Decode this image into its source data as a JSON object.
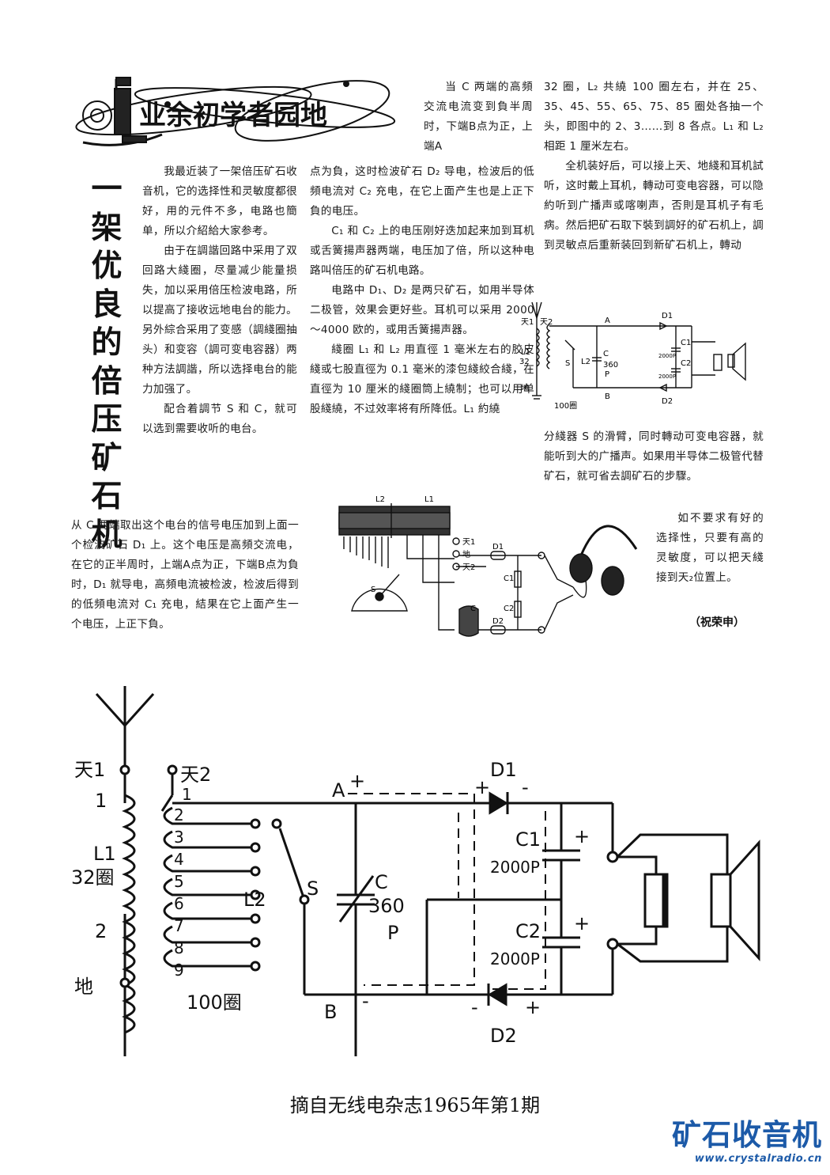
{
  "banner": {
    "title": "业余初学者园地"
  },
  "article": {
    "title_chars": [
      "一",
      "架",
      "优",
      "良",
      "的",
      "倍",
      "压",
      "矿",
      "石",
      "机"
    ],
    "col1_paragraphs": [
      "我最近装了一架倍压矿石收音机，它的选择性和灵敏度都很好，用的元件不多，电路也簡单，所以介紹給大家参考。",
      "由于在調諧回路中采用了双回路大綫圈，尽量减少能量损失，加以采用倍压检波电路，所以提高了接收远地电台的能力。另外綜合采用了变感（調綫圈抽头）和变容（調可变电容器）两种方法調諧，所以选择电台的能力加强了。",
      "配合着調节 S 和 C，就可以选到需要收听的电台。"
    ],
    "col1_wide": "从 C 两端取出这个电台的信号电压加到上面一个检波矿石 D₁ 上。这个电压是高頻交流电，在它的正半周时，上端A点为正，下端B点为負时，D₁ 就导电，高頻电流被检波，检波后得到的低頻电流对 C₁ 充电，結果在它上面产生一个电压，上正下負。",
    "col2_top": "当 C 两端的高頻交流电流变到負半周时，下端B点为正，上端A",
    "col2_paragraphs": [
      "点为負，这时检波矿石 D₂ 导电，检波后的低頻电流对 C₂ 充电，在它上面产生也是上正下負的电压。",
      "C₁ 和 C₂ 上的电压刚好迭加起来加到耳机或舌簧揚声器两端，电压加了倍，所以这种电路叫倍压的矿石机电路。",
      "电路中 D₁、D₂ 是两只矿石，如用半导体二极管，效果会更好些。耳机可以采用 2000～4000 欧的，或用舌簧揚声器。",
      "綫圈 L₁ 和 L₂ 用直徑 1 毫米左右的胶皮綫或七股直徑为 0.1 毫米的漆包綫絞合綫，在直徑为 10 厘米的綫圈筒上繞制；也可以用单股綫繞，不过效率将有所降低。L₁ 約繞"
    ],
    "col3_paragraphs": [
      "32 圈，L₂ 共繞 100 圈左右，并在 25、35、45、55、65、75、85 圈处各抽一个头，即图中的 2、3……到 8 各点。L₁ 和 L₂ 相距 1 厘米左右。",
      "全机装好后，可以接上天、地綫和耳机試听，这时戴上耳机，轉动可变电容器，可以隐約听到广播声或喀喇声，否則是耳机子有毛病。然后把矿石取下裝到調好的矿石机上，調到灵敏点后重新装回到新矿石机上，轉动"
    ],
    "col3_bottom": "分綫器 S 的滑臂，同时轉动可变电容器，就能听到大的广播声。如果用半导体二极管代替矿石，就可省去調矿石的步驟。",
    "col3_last": "如不要求有好的选择性，只要有高的灵敏度，可以把天綫接到天₂位置上。",
    "author": "（祝荣申）"
  },
  "schematic": {
    "antenna1": "天1",
    "antenna2": "天2",
    "ground": "地",
    "l1_name": "L1",
    "l1_turns": "32圈",
    "l2_name": "L2",
    "l2_turns": "100圈",
    "taps": [
      "1",
      "2",
      "3",
      "4",
      "5",
      "6",
      "7",
      "8",
      "9"
    ],
    "l1_taps": [
      "1",
      "2"
    ],
    "switch": "S",
    "cap_c": "C",
    "cap_c_value_1": "360",
    "cap_c_value_2": "P",
    "point_a": "A",
    "point_b": "B",
    "d1": "D1",
    "d2": "D2",
    "c1": "C1",
    "c1_value": "2000P",
    "c2": "C2",
    "c2_value": "2000P",
    "plus": "+",
    "minus": "-"
  },
  "pictorial": {
    "l2": "L2",
    "l1": "L1",
    "ant1": "天1",
    "gnd": "地",
    "ant2": "天2",
    "d1": "D1",
    "d2": "D2",
    "c1": "C1",
    "c2": "C2",
    "c": "C",
    "s": "S"
  },
  "small_schematic": {
    "ant1": "天1",
    "ant2": "天2",
    "gnd": "地",
    "l1": "L1",
    "turns32": "32",
    "l2": "L2",
    "s": "S",
    "c": "C",
    "c_val": "360",
    "c_unit": "P",
    "a": "A",
    "b": "B",
    "d1": "D1",
    "d2": "D2",
    "c1": "C1",
    "c2": "C2",
    "c1v": "2000P",
    "c2v": "2000P",
    "turns100": "100圈"
  },
  "caption": "摘自无线电杂志1965年第1期",
  "brand": {
    "name": "矿石收音机",
    "url": "www.crystalradio.cn"
  }
}
